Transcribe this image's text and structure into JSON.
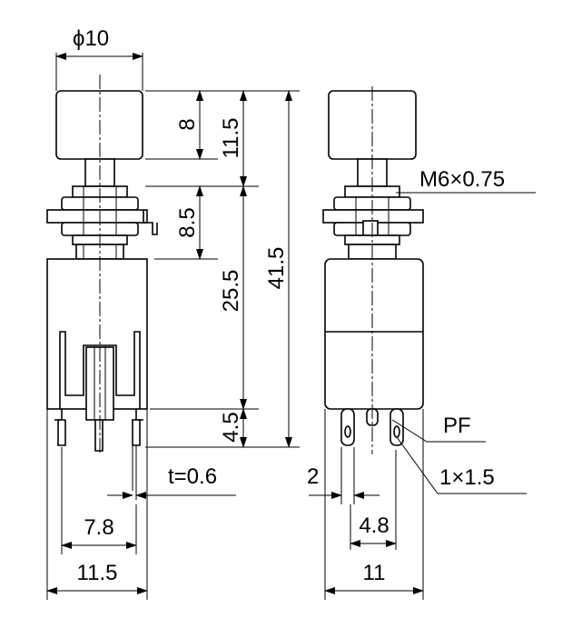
{
  "labels": {
    "cap_diameter": "ϕ10",
    "cap_height": "8",
    "to_bushing": "11.5",
    "bushing_height": "8.5",
    "body_height": "25.5",
    "terminal_length": "4.5",
    "overall_height": "41.5",
    "thread": "M6×0.75",
    "terminal_thickness": "t=0.6",
    "terminal_pitch_front": "7.8",
    "body_width_front": "11.5",
    "pf": "PF",
    "hole": "1×1.5",
    "terminal_offset": "2",
    "terminal_pitch_side": "4.8",
    "body_width_side": "11"
  }
}
